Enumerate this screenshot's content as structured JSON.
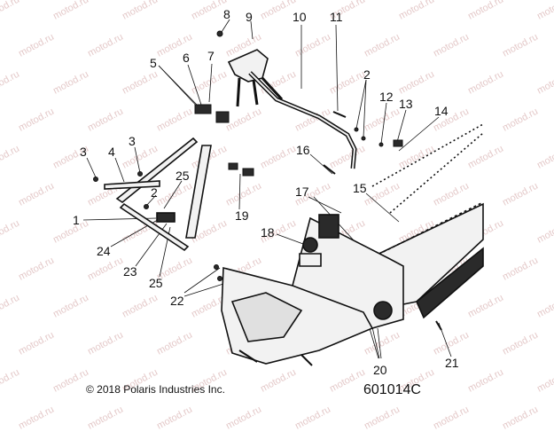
{
  "watermark_text": "motod.ru",
  "copyright": "© 2018 Polaris Industries Inc.",
  "diagram_id": "601014C",
  "callouts": {
    "c1": "1",
    "c2a": "2",
    "c2b": "2",
    "c3a": "3",
    "c3b": "3",
    "c4": "4",
    "c5": "5",
    "c6": "6",
    "c7": "7",
    "c8": "8",
    "c9": "9",
    "c10": "10",
    "c11": "11",
    "c12": "12",
    "c13": "13",
    "c14": "14",
    "c15": "15",
    "c16": "16",
    "c17": "17",
    "c18": "18",
    "c19": "19",
    "c20": "20",
    "c21": "21",
    "c22": "22",
    "c23": "23",
    "c24": "24",
    "c25a": "25",
    "c25b": "25"
  },
  "colors": {
    "line": "#111111",
    "part_fill": "#f2f2f2",
    "part_dark": "#2a2a2a",
    "watermark": "#e4c9c9"
  }
}
